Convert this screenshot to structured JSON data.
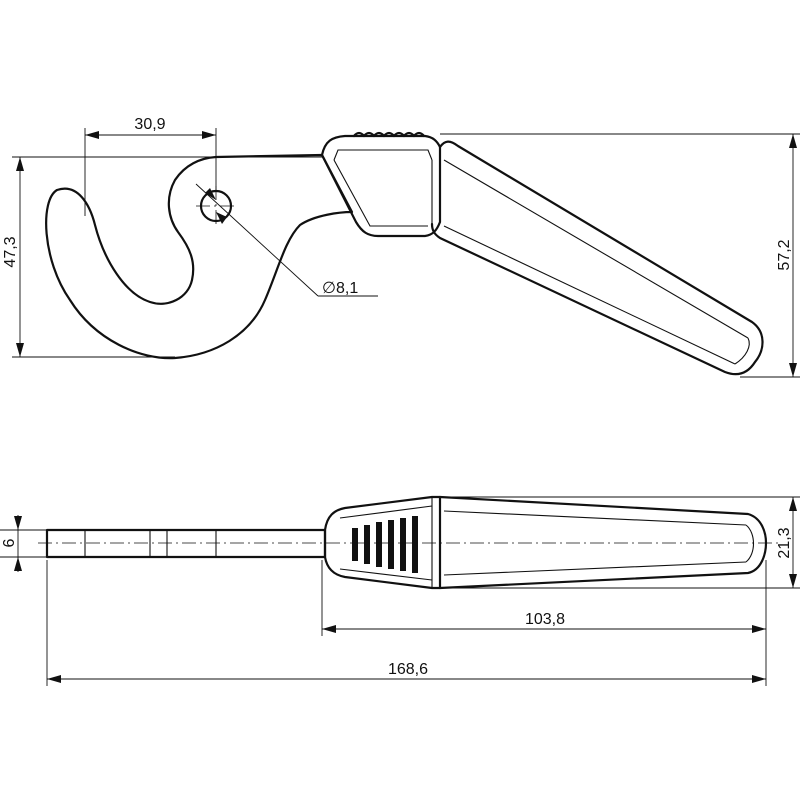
{
  "dimensions": {
    "hook_offset": "30,9",
    "hook_height": "47,3",
    "hole_diameter": "8,1",
    "total_height": "57,2",
    "blade_thickness": "6",
    "handle_thickness": "21,3",
    "handle_length": "103,8",
    "total_length": "168,6"
  },
  "symbols": {
    "diameter": "∅"
  }
}
